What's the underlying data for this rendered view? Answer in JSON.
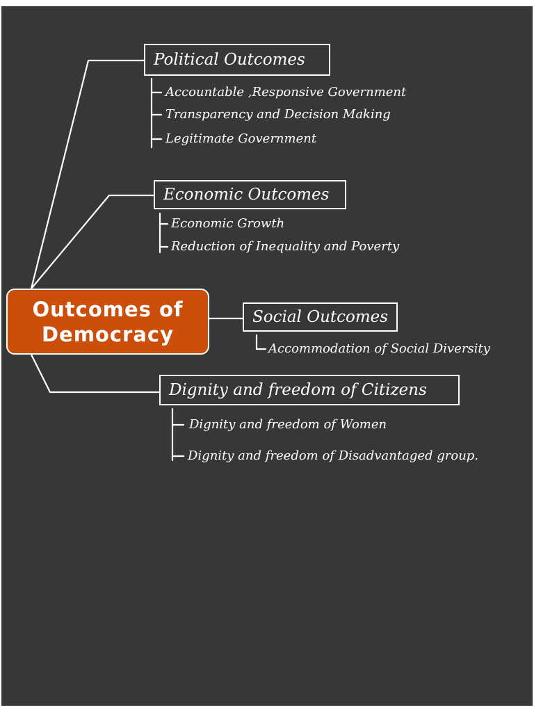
{
  "central": {
    "line1": "Outcomes of",
    "line2": "Democracy"
  },
  "branches": [
    {
      "title": "Political Outcomes",
      "items": [
        "Accountable ,Responsive Government",
        "Transparency and Decision Making",
        "Legitimate Government"
      ]
    },
    {
      "title": "Economic Outcomes",
      "items": [
        "Economic Growth",
        "Reduction of Inequality and Poverty"
      ]
    },
    {
      "title": "Social Outcomes",
      "items": [
        "Accommodation of Social Diversity"
      ]
    },
    {
      "title": "Dignity and freedom of Citizens",
      "items": [
        "Dignity and freedom of Women",
        "Dignity and freedom of Disadvantaged group."
      ]
    }
  ],
  "colors": {
    "background": "#373737",
    "central_fill": "#cc4e0b",
    "ink": "#ffffff"
  }
}
